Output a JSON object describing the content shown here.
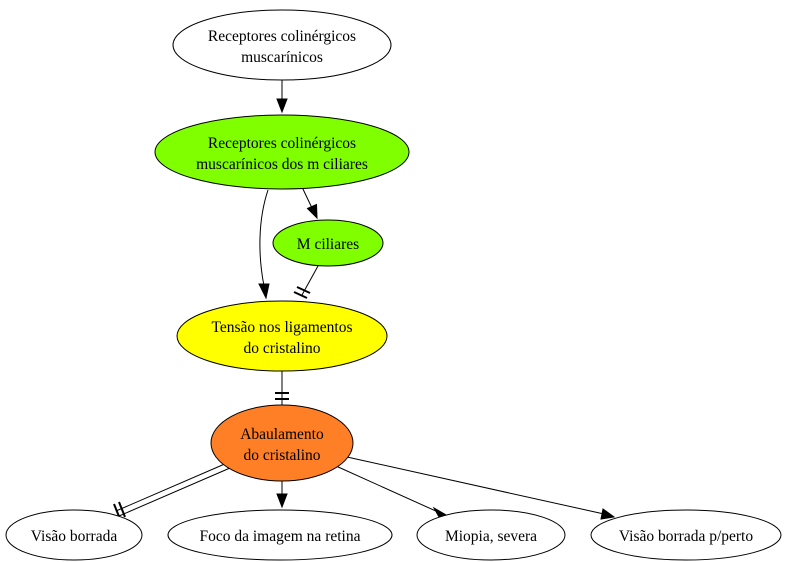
{
  "diagram": {
    "nodes": [
      {
        "id": "receptores",
        "lines": [
          "Receptores colinérgicos",
          "muscarínicos"
        ],
        "fill": "#ffffff"
      },
      {
        "id": "receptores_ciliares",
        "lines": [
          "Receptores colinérgicos",
          "muscarínicos dos m ciliares"
        ],
        "fill": "#7fff00"
      },
      {
        "id": "m_ciliares",
        "lines": [
          "M ciliares"
        ],
        "fill": "#7fff00"
      },
      {
        "id": "tensao",
        "lines": [
          "Tensão nos ligamentos",
          "do cristalino"
        ],
        "fill": "#ffff00"
      },
      {
        "id": "abaulamento",
        "lines": [
          "Abaulamento",
          "do cristalino"
        ],
        "fill": "#ff7f27"
      },
      {
        "id": "visao_borrada",
        "lines": [
          "Visão borrada"
        ],
        "fill": "#ffffff"
      },
      {
        "id": "foco",
        "lines": [
          "Foco da imagem na retina"
        ],
        "fill": "#ffffff"
      },
      {
        "id": "miopia",
        "lines": [
          "Miopia, severa"
        ],
        "fill": "#ffffff"
      },
      {
        "id": "visao_perto",
        "lines": [
          "Visão borrada p/perto"
        ],
        "fill": "#ffffff"
      }
    ],
    "edges": [
      {
        "from": "receptores",
        "to": "receptores_ciliares",
        "type": "activates"
      },
      {
        "from": "receptores_ciliares",
        "to": "m_ciliares",
        "type": "activates"
      },
      {
        "from": "receptores_ciliares",
        "to": "tensao",
        "type": "activates"
      },
      {
        "from": "m_ciliares",
        "to": "tensao",
        "type": "inhibits"
      },
      {
        "from": "tensao",
        "to": "abaulamento",
        "type": "inhibits"
      },
      {
        "from": "abaulamento",
        "to": "visao_borrada",
        "type": "inhibits"
      },
      {
        "from": "abaulamento",
        "to": "foco",
        "type": "activates"
      },
      {
        "from": "abaulamento",
        "to": "miopia",
        "type": "activates"
      },
      {
        "from": "abaulamento",
        "to": "visao_perto",
        "type": "activates"
      }
    ]
  }
}
